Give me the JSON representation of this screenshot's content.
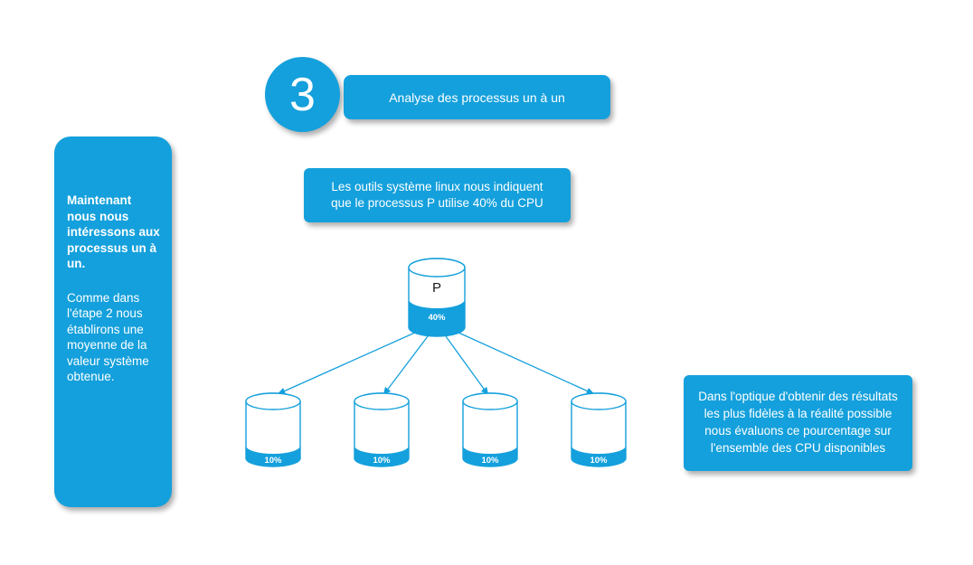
{
  "colors": {
    "accent": "#14a0dc"
  },
  "step": {
    "number": "3",
    "title": "Analyse des processus un à un"
  },
  "left_panel": {
    "intro": "Maintenant nous nous intéressons aux processus un à un.",
    "body": "Comme dans l'étape 2 nous établirons une moyenne de la valeur système obtenue."
  },
  "info_box": {
    "text": "Les outils système linux nous indiquent que le processus P utilise 40% du CPU"
  },
  "right_box": {
    "text": "Dans l'optique d'obtenir des résultats les plus fidèles à la réalité possible nous évaluons ce pourcentage sur l'ensemble des CPU disponibles"
  },
  "diagram": {
    "main_cylinder": {
      "label": "P",
      "value": "40%"
    },
    "child_cylinders": [
      {
        "value": "10%"
      },
      {
        "value": "10%"
      },
      {
        "value": "10%"
      },
      {
        "value": "10%"
      }
    ]
  }
}
